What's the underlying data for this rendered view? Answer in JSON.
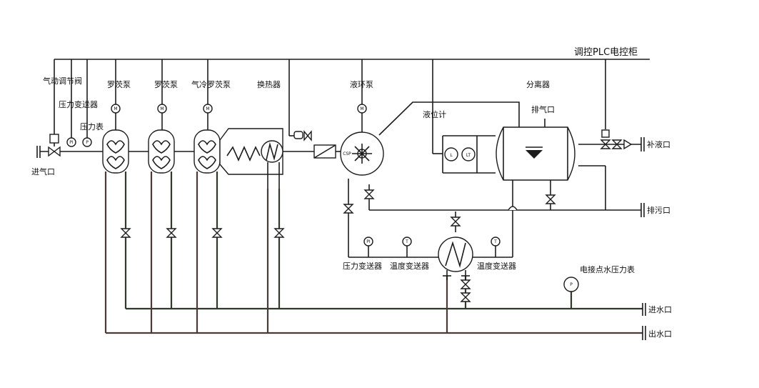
{
  "labels": {
    "plc": "调控PLC电控柜",
    "gas_regulator": "气动调节阀",
    "pressure_transmitter_inlet": "压力变送器",
    "pressure_gauge_inlet": "压力表",
    "inlet_port": "进气口",
    "roots_pump_1": "罗茨泵",
    "roots_pump_2": "罗茨泵",
    "gas_cooled_roots_pump": "气冷罗茨泵",
    "heat_exchanger": "换热器",
    "liquid_ring_pump": "液环泵",
    "level_gauge": "液位计",
    "separator": "分离器",
    "vent": "排气口",
    "makeup_water": "补液口",
    "drain": "排污口",
    "pressure_transmitter_cool": "压力变送器",
    "temp_transmitter_1": "温度变送器",
    "temp_transmitter_2": "温度变送器",
    "contact_pressure_gauge": "电接点水压力表",
    "water_in": "进水口",
    "water_out": "出水口"
  },
  "symbols": {
    "motor": "M",
    "level_switch": "L",
    "level_transmitter": "LT",
    "pressure_gauge": "P",
    "pressure_indicator": "PI",
    "temperature_indicator": "T",
    "valve_tag": "CSP"
  },
  "colors": {
    "line": "#1c1c1c",
    "cooling_return": "#4a3a38",
    "cooling_supply": "#2f3a2a",
    "background": "#ffffff"
  }
}
